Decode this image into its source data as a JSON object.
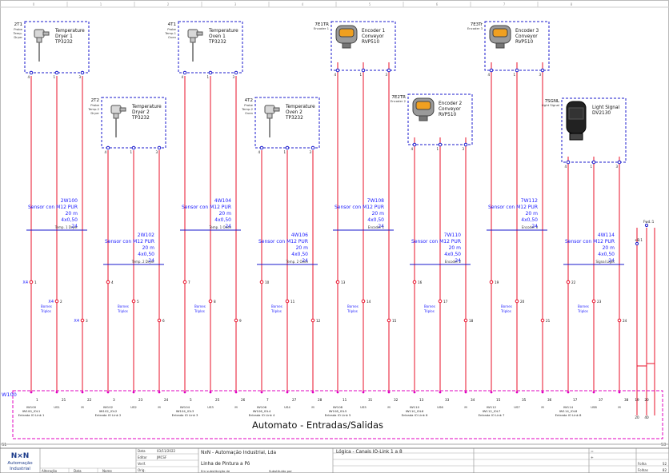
{
  "frame": {
    "col_numbers": [
      "0",
      "1",
      "2",
      "3",
      "4",
      "5",
      "6",
      "7",
      "8"
    ],
    "left_marker": "S1",
    "right_marker": "S3"
  },
  "sensors": [
    {
      "tag": "2T1",
      "sub": "Probe Temp. Dryer",
      "name": [
        "Temperature",
        "Dryer 1",
        "TP3232"
      ],
      "type": "probe",
      "pins": [
        "4",
        "1",
        "3"
      ]
    },
    {
      "tag": "2T2",
      "sub": "Probe Temp.2 Dryer",
      "name": [
        "Temperature",
        "Dryer 2",
        "TP3232"
      ],
      "type": "probe",
      "pins": [
        "4",
        "1",
        "3"
      ]
    },
    {
      "tag": "4T1",
      "sub": "Probe Temp.1 Oven",
      "name": [
        "Temperature",
        "Oven 1",
        "TP3232"
      ],
      "type": "probe",
      "pins": [
        "4",
        "1",
        "3"
      ]
    },
    {
      "tag": "4T2",
      "sub": "Probe Temp.2 Oven",
      "name": [
        "Temperature",
        "Oven 2",
        "TP3232"
      ],
      "type": "probe",
      "pins": [
        "4",
        "1",
        "3"
      ]
    },
    {
      "tag": "7E1TR",
      "sub": "Encoder 1",
      "name": [
        "Encoder 1",
        "Conveyor",
        "RVP510"
      ],
      "type": "encoder",
      "pins": [
        "4",
        "1",
        "3"
      ]
    },
    {
      "tag": "7E2TR",
      "sub": "Encoder 2",
      "name": [
        "Encoder 2",
        "Conveyor",
        "RVP510"
      ],
      "type": "encoder",
      "pins": [
        "4",
        "1",
        "3"
      ]
    },
    {
      "tag": "7E3Tr",
      "sub": "Encoder 3",
      "name": [
        "Encoder 3",
        "Conveyor",
        "RVP510"
      ],
      "type": "encoder",
      "pins": [
        "4",
        "1",
        "3"
      ]
    },
    {
      "tag": "7SGNL",
      "sub": "Light Signal",
      "name": [
        "Light Signal",
        "DV2130"
      ],
      "type": "light",
      "pins": [
        "4",
        "1",
        "3"
      ]
    }
  ],
  "cables": [
    {
      "id": "2W100",
      "desc": [
        "Sensor con M12 PUR",
        "20 m",
        "4x0,50",
        "24"
      ],
      "note": "Temp. 1 Dryer"
    },
    {
      "id": "2W102",
      "desc": [
        "Sensor con M12 PUR",
        "20 m",
        "4x0,50",
        "24"
      ],
      "note": "Temp. 2 Dryer"
    },
    {
      "id": "4W104",
      "desc": [
        "Sensor con M12 PUR",
        "20 m",
        "4x0,50",
        "24"
      ],
      "note": "Temp. 1 Oven"
    },
    {
      "id": "4W106",
      "desc": [
        "Sensor con M12 PUR",
        "20 m",
        "4x0,50",
        "24"
      ],
      "note": "Temp. 2 Oven"
    },
    {
      "id": "7W108",
      "desc": [
        "Sensor con M12 PUR",
        "20 m",
        "4x0,50",
        "24"
      ],
      "note": "Encoder 1"
    },
    {
      "id": "7W110",
      "desc": [
        "Sensor con M12 PUR",
        "20 m",
        "4x0,50",
        "24"
      ],
      "note": "Encoder 2"
    },
    {
      "id": "7W112",
      "desc": [
        "Sensor con M12 PUR",
        "20 m",
        "4x0,50",
        "24"
      ],
      "note": "Encoder 3"
    },
    {
      "id": "4W114",
      "desc": [
        "Sensor con M12 PUR",
        "20 m",
        "4x0,50",
        "24"
      ],
      "note": "Signal Light"
    }
  ],
  "x4_terminals": [
    [
      "X4",
      "1",
      "2",
      "3"
    ],
    [
      "4",
      "5",
      "6"
    ],
    [
      "7",
      "8",
      "9"
    ],
    [
      "10",
      "11",
      "12"
    ],
    [
      "13",
      "14",
      "15"
    ],
    [
      "16",
      "17",
      "18"
    ],
    [
      "19",
      "20",
      "21"
    ],
    [
      "22",
      "23",
      "24"
    ]
  ],
  "bornes_label": "Bornes Triplos",
  "module": {
    "id": "W100",
    "title": "Automato - Entradas/Salidas",
    "pins": [
      "1",
      "21",
      "22",
      "3",
      "23",
      "24",
      "5",
      "25",
      "26",
      "7",
      "27",
      "28",
      "11",
      "31",
      "32",
      "13",
      "33",
      "34",
      "15",
      "35",
      "36",
      "17",
      "37",
      "38"
    ],
    "channels": [
      {
        "tag": "IW100",
        "sub": "IW100_IOL1",
        "link": "Entrada IO Link 1"
      },
      {
        "tag": "IW102",
        "sub": "IW102_IOL2",
        "link": "Entrada IO Link 2"
      },
      {
        "tag": "IW104",
        "sub": "IW104_IOL3",
        "link": "Entrada IO Link 3"
      },
      {
        "tag": "IW106",
        "sub": "IW106_IOL4",
        "link": "Entrada IO Link 4"
      },
      {
        "tag": "IW108",
        "sub": "IW108_IOL5",
        "link": "Entrada IO Link 5"
      },
      {
        "tag": "IW110",
        "sub": "IW110_IOL6",
        "link": "Entrada IO Link 6"
      },
      {
        "tag": "IW112",
        "sub": "IW112_IOL7",
        "link": "Entrada IO Link 7"
      },
      {
        "tag": "IW114",
        "sub": "IW114_IOL8",
        "link": "Entrada IO Link 8"
      }
    ],
    "us_labels": [
      "US1",
      "US2",
      "US3",
      "US4",
      "US5",
      "US6",
      "US7",
      "US8"
    ],
    "m_label": "M"
  },
  "supply": {
    "plus_label": "+B.1",
    "feed_label": "Fwd.:1",
    "pins": [
      "19",
      "40",
      "20",
      "40"
    ]
  },
  "title_block": {
    "logo_top": "N×N",
    "logo_bottom": [
      "Automação",
      "Industrial"
    ],
    "date_label": "Data",
    "date": "03/11/2022",
    "editor_label": "Editor",
    "editor": "JMCSF",
    "verif_label": "Verif.",
    "orig_label": "Orig.",
    "company": "NxN - Automação Industrial, Lda",
    "project": "Linha de Pintura a Pó",
    "replace_label": "Em substituição de",
    "replaced_label": "Substituído por",
    "sheet_desc": "Lógica - Canais IO-Link 1 a 8",
    "folha_label": "Folha",
    "folha": "S2",
    "folhas_label": "Folhas",
    "folhas": "82",
    "row_labels": [
      "Alteração",
      "Data",
      "Nome"
    ],
    "eq1": "=",
    "eq2": "+"
  }
}
